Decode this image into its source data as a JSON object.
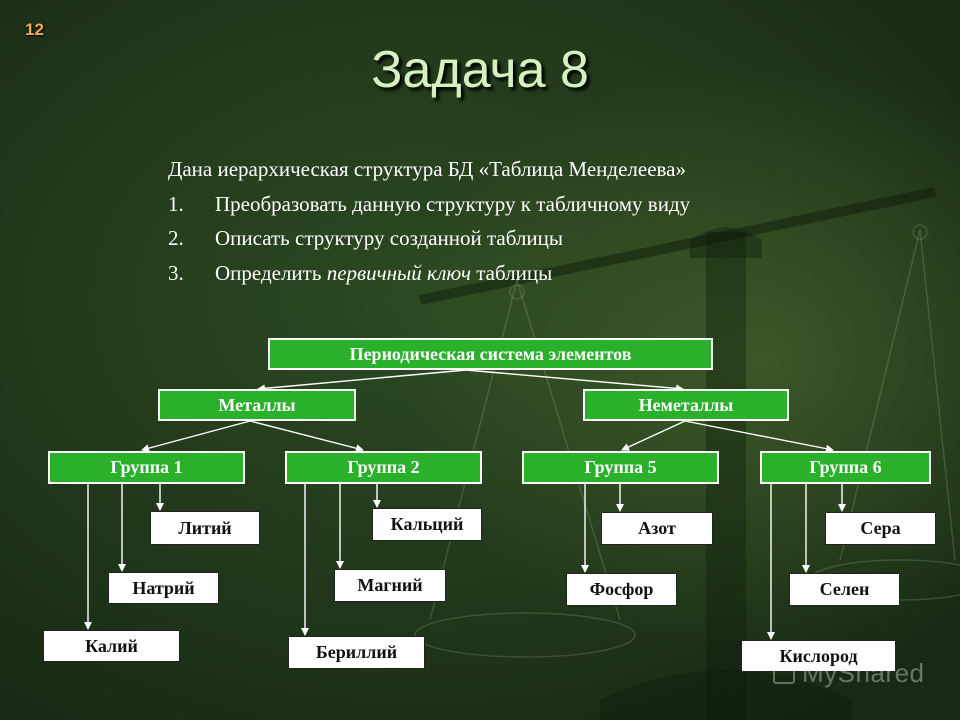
{
  "slide": {
    "number": "12",
    "title": "Задача 8"
  },
  "task": {
    "intro": "Дана иерархическая структура БД «Таблица Менделеева»",
    "items": [
      {
        "num": "1.",
        "text": "Преобразовать данную структуру к табличному виду"
      },
      {
        "num": "2.",
        "text": "Описать структуру созданной таблицы"
      },
      {
        "num": "3.",
        "text_before": "Определить ",
        "text_italic": "первичный ключ",
        "text_after": " таблицы"
      }
    ]
  },
  "diagram": {
    "root": "Периодическая система элементов",
    "metals": {
      "label": "Металлы",
      "groups": [
        {
          "label": "Группа 1",
          "elements": [
            "Литий",
            "Натрий",
            "Калий"
          ]
        },
        {
          "label": "Группа 2",
          "elements": [
            "Кальций",
            "Магний",
            "Бериллий"
          ]
        }
      ]
    },
    "nonmetals": {
      "label": "Неметаллы",
      "groups": [
        {
          "label": "Группа 5",
          "elements": [
            "Азот",
            "Фосфор"
          ]
        },
        {
          "label": "Группа 6",
          "elements": [
            "Сера",
            "Селен",
            "Кислород"
          ]
        }
      ]
    }
  },
  "colors": {
    "category_box": "#2bb02b",
    "leaf_box": "#ffffff",
    "title": "#d6f0c2",
    "slide_number": "#f2a65a"
  },
  "watermark": "MyShared"
}
